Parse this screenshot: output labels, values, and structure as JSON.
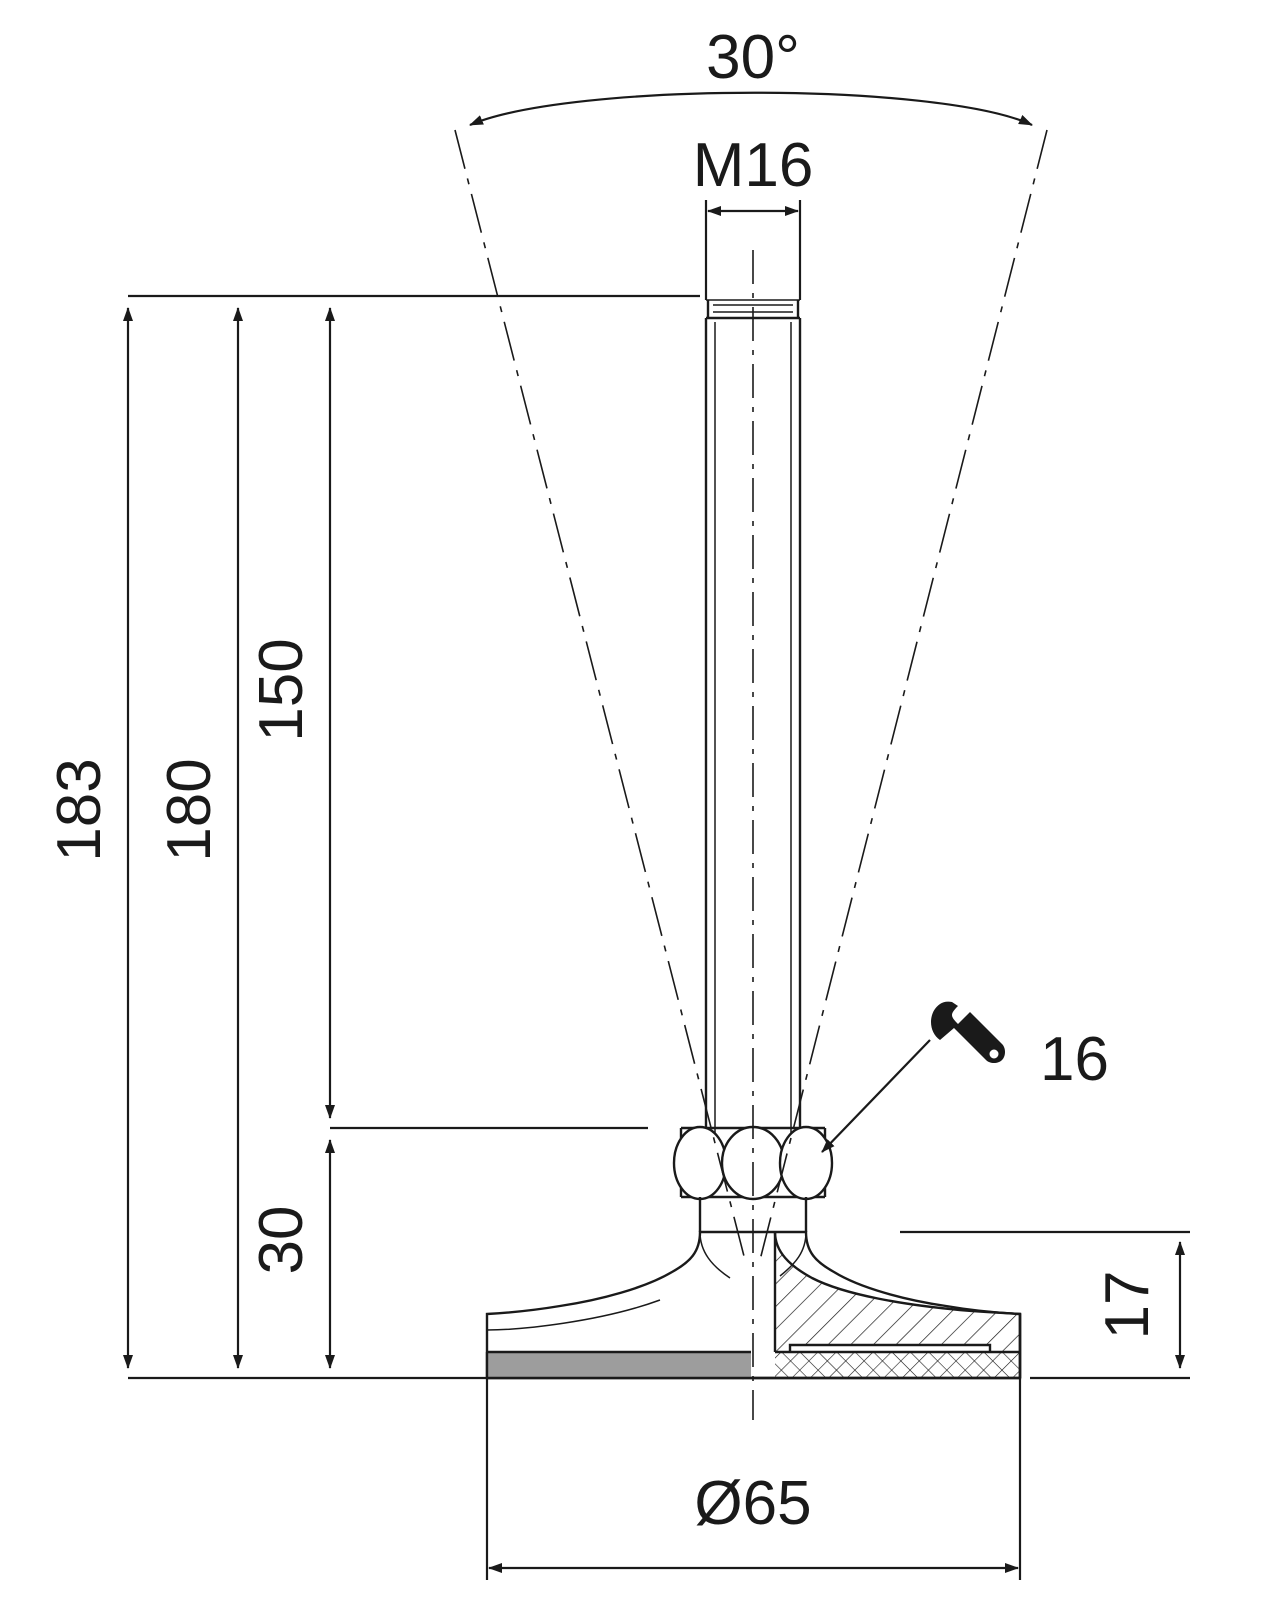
{
  "drawing": {
    "title": "levelling-foot-technical-drawing",
    "description": "Dimensioned engineering drawing of an adjustable levelling foot with threaded stud and round base",
    "line_color": "#1a1a1a",
    "background_color": "#ffffff",
    "pad_color": "#9d9d9d",
    "dimensions": {
      "angle": "30°",
      "thread": "M16",
      "total_height": "183",
      "stud_length": "180",
      "upper_length": "150",
      "lower_length": "30",
      "base_height": "17",
      "base_diameter": "Ø65",
      "wrench_size": "16"
    },
    "icons": {
      "wrench": "wrench-icon"
    }
  }
}
